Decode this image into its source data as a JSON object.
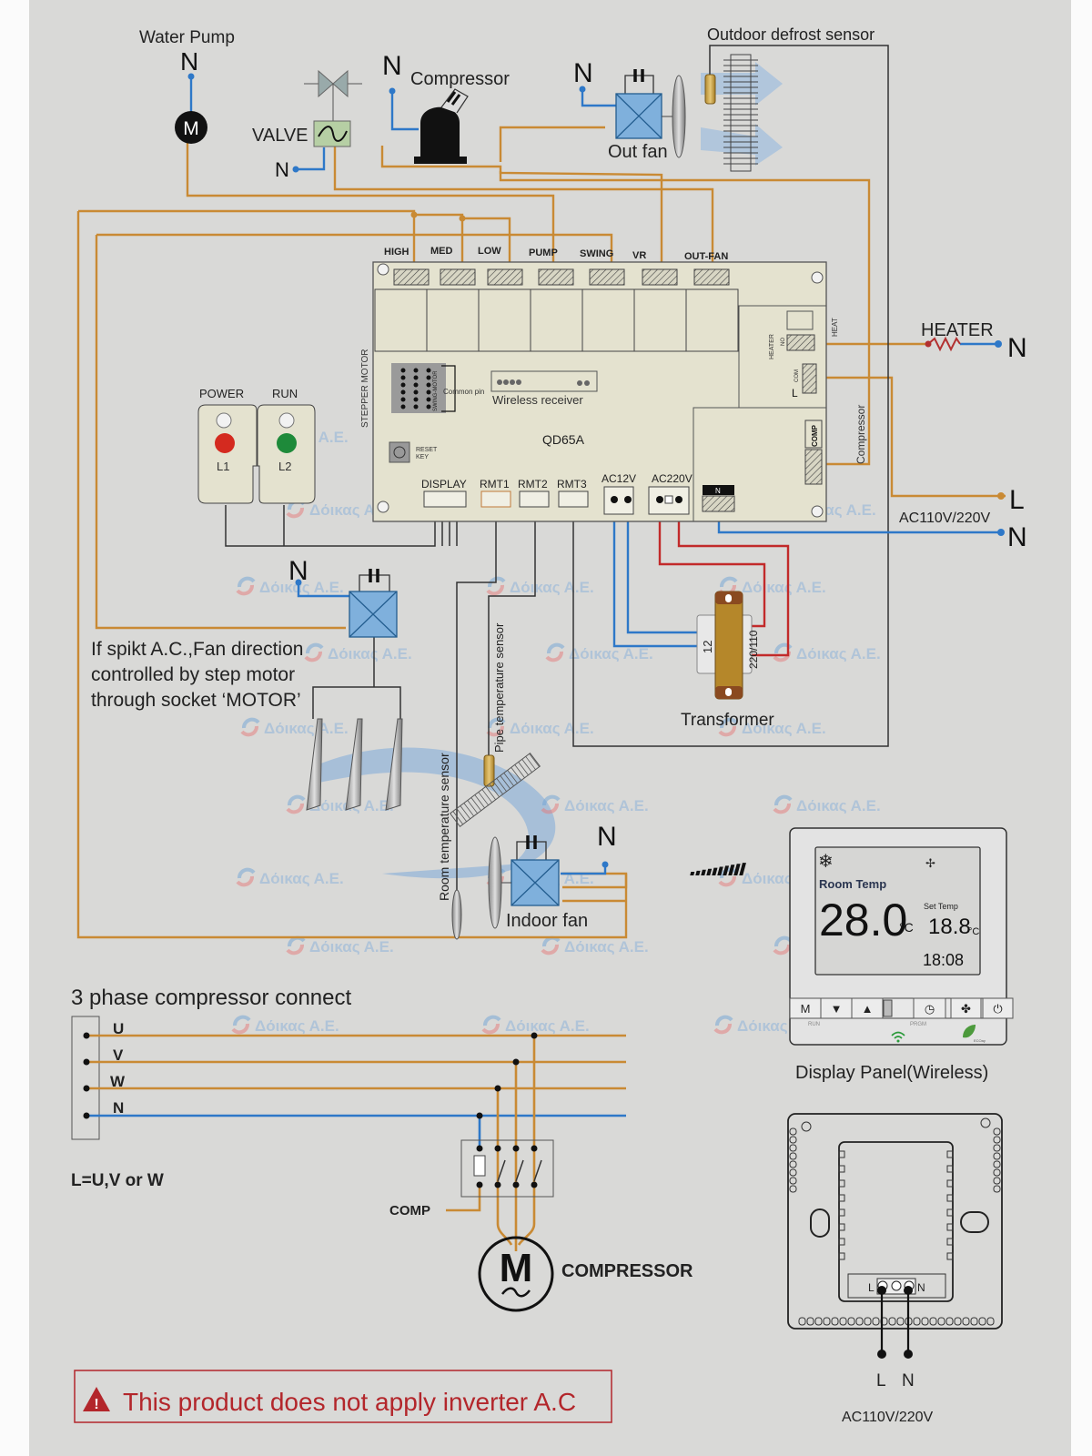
{
  "components": {
    "water_pump": {
      "label": "Water Pump",
      "neutral": "N",
      "motor_symbol": "M"
    },
    "valve": {
      "label": "VALVE",
      "neutral": "N"
    },
    "compressor_top": {
      "label": "Compressor",
      "neutral": "N"
    },
    "out_fan": {
      "label": "Out fan",
      "neutral": "N"
    },
    "outdoor_defrost_sensor": {
      "label": "Outdoor defrost sensor"
    },
    "heater": {
      "label": "HEATER",
      "neutral": "N"
    },
    "power_supply": {
      "live": "L",
      "neutral": "N",
      "voltage": "AC110V/220V"
    },
    "indicator": {
      "power_label": "POWER",
      "run_label": "RUN",
      "l1": "L1",
      "l2": "L2",
      "colors": {
        "power": "#d42a1f",
        "run": "#1e8a3a"
      }
    },
    "swing_fan": {
      "neutral": "N"
    },
    "note": [
      "If spikt A.C.,Fan direction",
      "controlled by step motor",
      "through socket ‘MOTOR’"
    ],
    "pipe_sensor": {
      "label": "Pipe temperature sensor"
    },
    "room_sensor": {
      "label": "Room temperature sensor"
    },
    "indoor_fan": {
      "label": "Indoor fan",
      "neutral": "N"
    },
    "transformer": {
      "label": "Transformer",
      "primary": "220/110",
      "secondary": "12"
    }
  },
  "board": {
    "model": "QD65A",
    "relays": [
      "HIGH",
      "MED",
      "LOW",
      "PUMP",
      "SWING",
      "VR",
      "OUT-FAN"
    ],
    "stepper_label": "STEPPER MOTOR",
    "swing_motor_label": "SWING-MOTOR",
    "common_pin": "Common pin",
    "wireless_receiver": "Wireless receiver",
    "reset_key": [
      "RESET",
      "KEY"
    ],
    "connectors": {
      "display": "DISPLAY",
      "rmt1": "RMT1",
      "rmt2": "RMT2",
      "rmt3": "RMT3",
      "ac12v": "AC12V",
      "ac220v": "AC220V"
    },
    "heat_block": {
      "heater": "HEATER",
      "no": "NO",
      "com": "COM",
      "l": "L",
      "heat": "HEAT",
      "comp": "COMP",
      "compressor": "Compressor",
      "n": "N"
    }
  },
  "three_phase": {
    "title": "3 phase compressor connect",
    "phases": [
      "U",
      "V",
      "W",
      "N"
    ],
    "note": "L=U,V or W",
    "comp_label": "COMP",
    "motor_symbol": "M",
    "motor_label": "COMPRESSOR"
  },
  "display_panel": {
    "caption": "Display Panel(Wireless)",
    "room_temp_label": "Room Temp",
    "room_temp_value": "28.0",
    "room_temp_unit": "°C",
    "set_temp_label": "Set Temp",
    "set_temp_value": "18.8",
    "set_temp_unit": "°C",
    "clock": "18:08",
    "mode_icon": "snowflake-icon",
    "fan_level_bars": 10,
    "buttons": [
      {
        "name": "mode",
        "glyph": "M"
      },
      {
        "name": "down",
        "glyph": "▼"
      },
      {
        "name": "up",
        "glyph": "▲"
      },
      {
        "name": "timer",
        "glyph": "◷"
      },
      {
        "name": "fan",
        "glyph": "✤"
      },
      {
        "name": "power",
        "glyph": "⏻"
      }
    ],
    "sub_labels": {
      "run": "RUN",
      "prgm": "PRGM",
      "eco": "ECOay"
    }
  },
  "back_panel": {
    "terminals": [
      "L",
      "N"
    ],
    "voltage": "AC110V/220V"
  },
  "warning": {
    "text": "This product does not apply inverter A.C",
    "color": "#b3262b"
  },
  "watermark": "Δόικας Α.Ε."
}
